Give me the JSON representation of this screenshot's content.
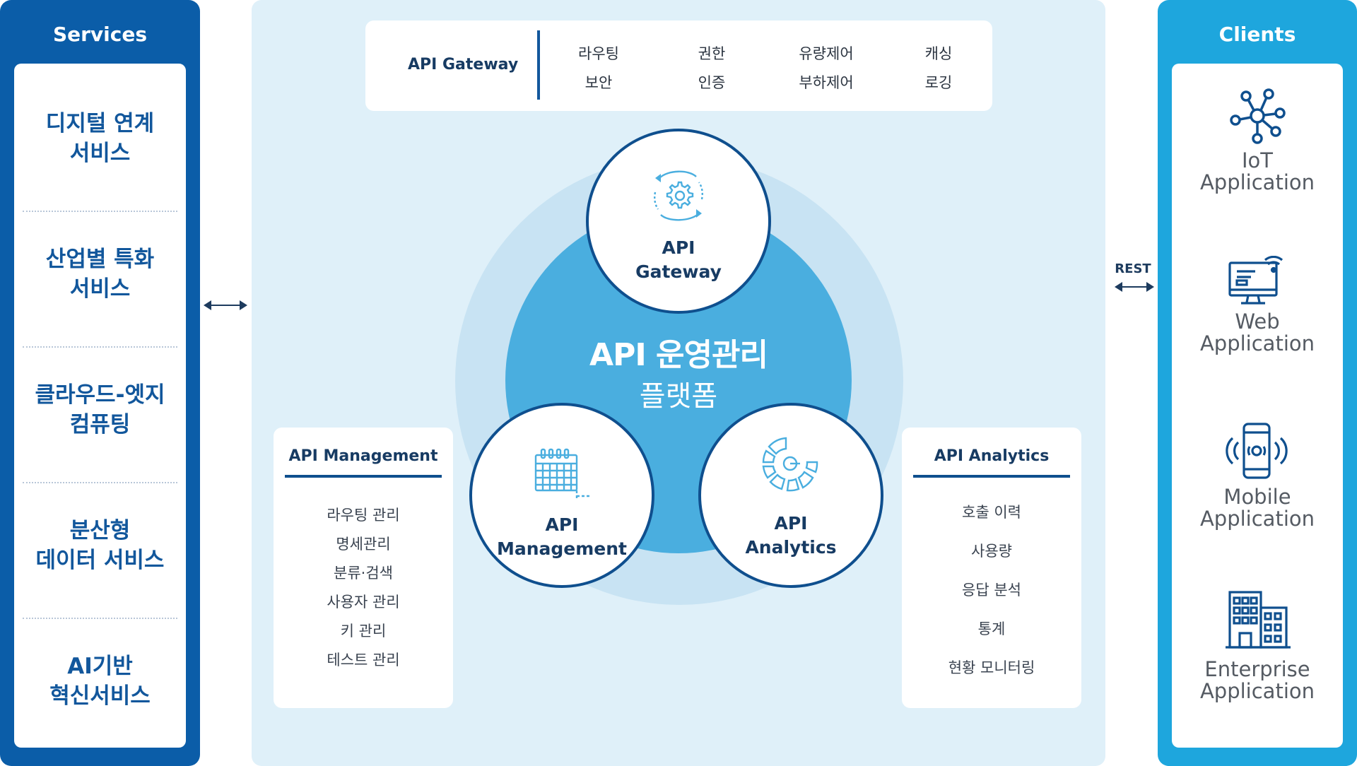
{
  "services": {
    "title": "Services",
    "items": [
      "디지털 연계\n서비스",
      "산업별 특화\n서비스",
      "클라우드-엣지\n컴퓨팅",
      "분산형\n데이터 서비스",
      "AI기반\n혁신서비스"
    ]
  },
  "clients": {
    "title": "Clients",
    "items": [
      {
        "label": "IoT\nApplication",
        "icon": "network-nodes-icon"
      },
      {
        "label": "Web\nApplication",
        "icon": "monitor-wifi-icon"
      },
      {
        "label": "Mobile\nApplication",
        "icon": "smartphone-signal-icon"
      },
      {
        "label": "Enterprise\nApplication",
        "icon": "office-building-icon"
      }
    ]
  },
  "rest_label": "REST",
  "gateway_bar": {
    "title": "API Gateway",
    "features": [
      "라우팅",
      "권한",
      "유량제어",
      "캐싱",
      "보안",
      "인증",
      "부하제어",
      "로깅"
    ]
  },
  "platform": {
    "title": "API 운영관리",
    "subtitle": "플랫폼"
  },
  "nodes": {
    "gateway": {
      "label": "API\nGateway",
      "icon": "gear-cycle-icon"
    },
    "management": {
      "label": "API\nManagement",
      "icon": "calendar-grid-icon"
    },
    "analytics": {
      "label": "API\nAnalytics",
      "icon": "radial-segments-icon"
    }
  },
  "management_card": {
    "title": "API Management",
    "items": [
      "라우팅 관리",
      "명세관리",
      "분류·검색",
      "사용자 관리",
      "키 관리",
      "테스트 관리"
    ]
  },
  "analytics_card": {
    "title": "API Analytics",
    "items": [
      "호출 이력",
      "사용량",
      "응답 분석",
      "통계",
      "현황 모니터링"
    ]
  },
  "colors": {
    "services_blue": "#0b5da8",
    "clients_blue": "#1ea6dd",
    "center_bg": "#dff0f9",
    "platform_circle": "#4aaedf",
    "outer_ring": "#c8e3f3",
    "text_navy": "#173b63"
  }
}
